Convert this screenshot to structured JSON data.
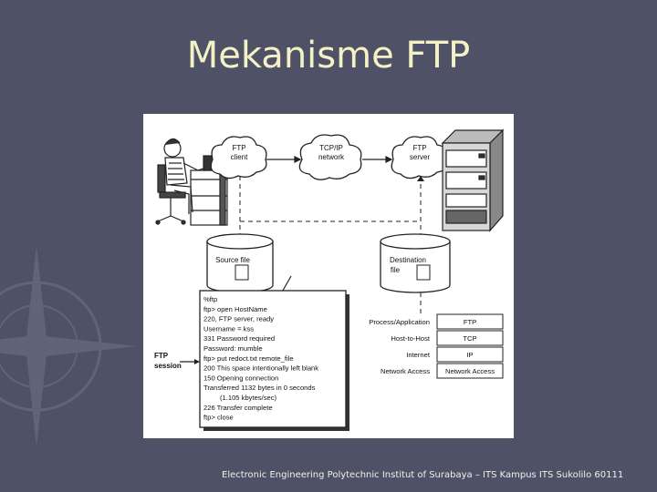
{
  "slide": {
    "title": "Mekanisme FTP",
    "footer": "Electronic Engineering Polytechnic Institut of Surabaya – ITS Kampus ITS Sukolilo 60111"
  },
  "diagram": {
    "clouds": {
      "client": [
        "FTP",
        "client"
      ],
      "network": [
        "TCP/IP",
        "network"
      ],
      "server": [
        "FTP",
        "server"
      ]
    },
    "disks": {
      "source": [
        "Source file"
      ],
      "destination": [
        "Destination",
        "file"
      ]
    },
    "session_label": [
      "FTP",
      "session"
    ],
    "session_lines": [
      "%ftp",
      "ftp> open HostName",
      "220, FTP server, ready",
      "Username = kss",
      "331 Password required",
      "Password: mumble",
      "ftp> put redoct.txt remote_file",
      "200 This space intentionally left blank",
      "150 Opening connection",
      "Transferred 1132 bytes in 0 seconds",
      "(1.105 kbytes/sec)",
      "226 Transfer complete",
      "ftp> close"
    ],
    "layers": [
      {
        "name": "Process/Application",
        "protocol": "FTP"
      },
      {
        "name": "Host-to-Host",
        "protocol": "TCP"
      },
      {
        "name": "Internet",
        "protocol": "IP"
      },
      {
        "name": "Network Access",
        "protocol": "Network Access"
      }
    ]
  }
}
